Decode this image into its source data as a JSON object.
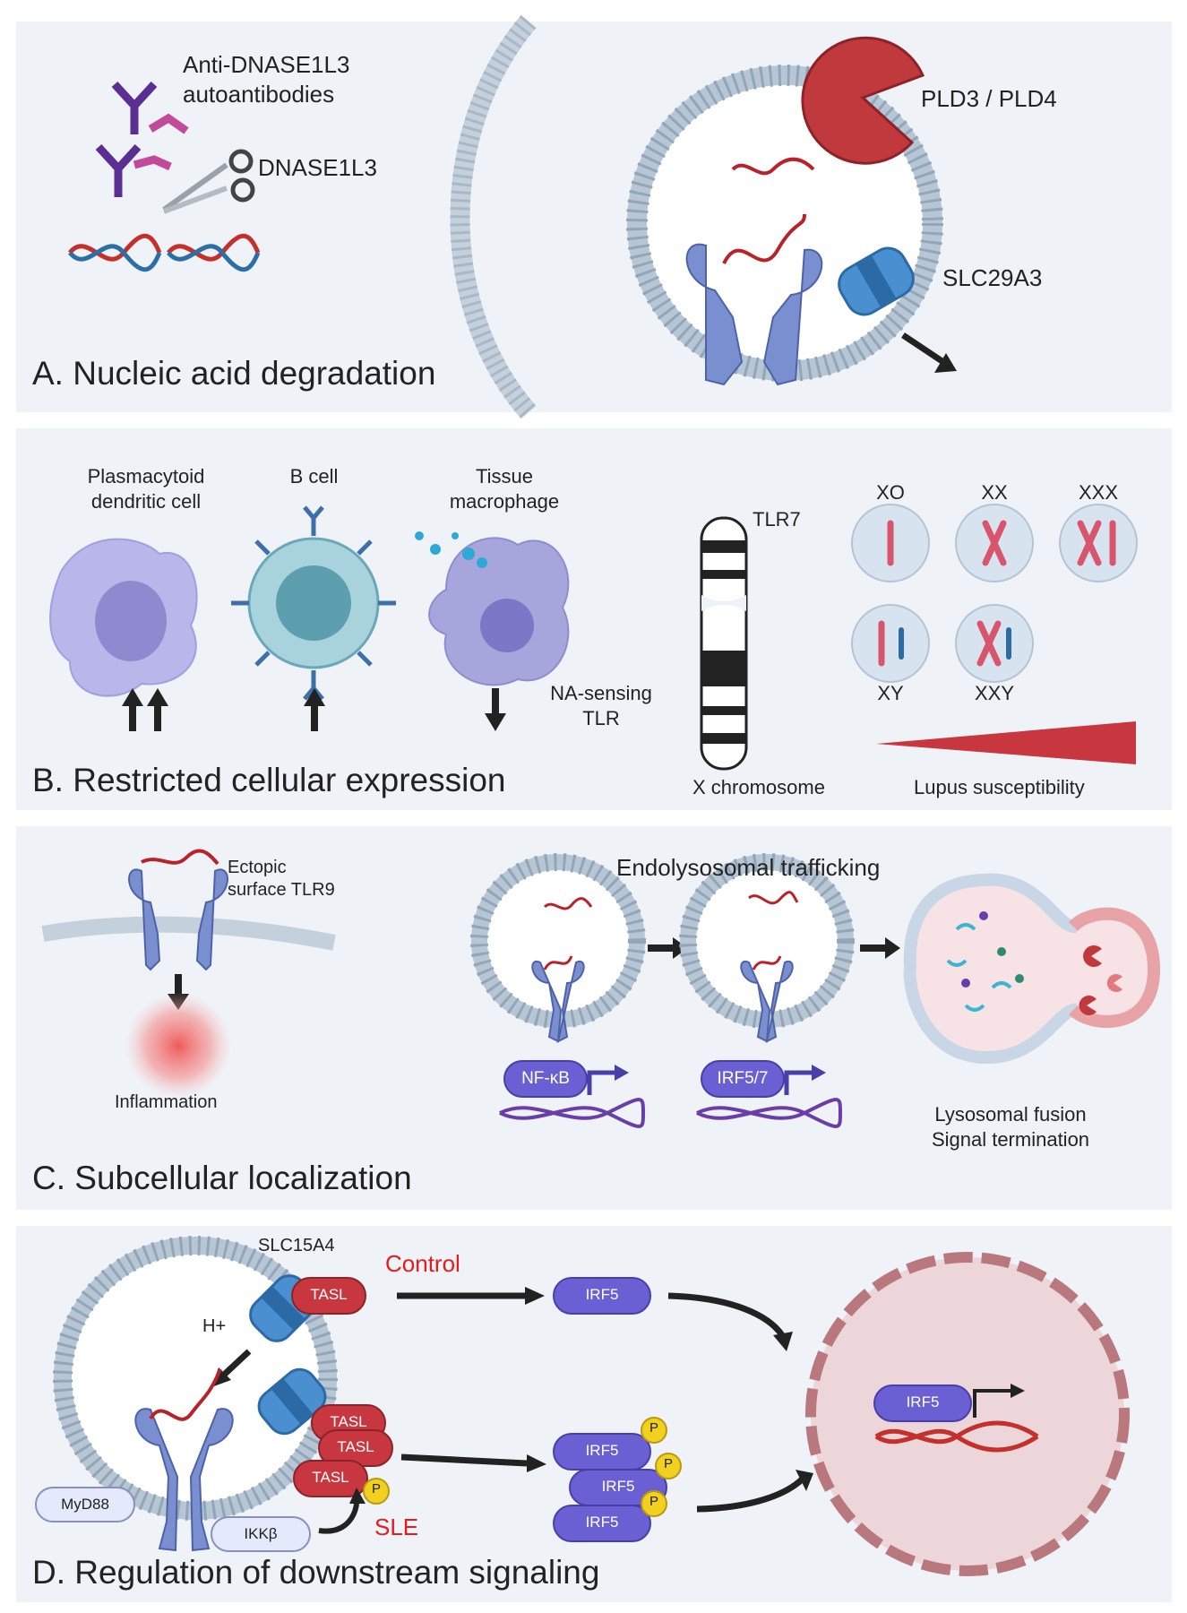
{
  "panelA": {
    "title": "A. Nucleic acid degradation",
    "autoantibodies_label": "Anti-DNASE1L3\nautoantibodies",
    "dnase_label": "DNASE1L3",
    "pld_label": "PLD3 / PLD4",
    "slc29a3_label": "SLC29A3"
  },
  "panelB": {
    "title": "B. Restricted cellular expression",
    "pdc_label": "Plasmacytoid\ndendritic cell",
    "bcell_label": "B cell",
    "macrophage_label": "Tissue\nmacrophage",
    "na_tlr_label": "NA-sensing\nTLR",
    "tlr7_label": "TLR7",
    "xchrom_label": "X chromosome",
    "karyotypes": [
      "XO",
      "XX",
      "XXX",
      "XY",
      "XXY"
    ],
    "susceptibility_label": "Lupus susceptibility"
  },
  "panelC": {
    "title": "C. Subcellular localization",
    "ectopic_label": "Ectopic\nsurface TLR9",
    "inflammation_label": "Inflammation",
    "trafficking_label": "Endolysosomal trafficking",
    "nfkb_label": "NF-κB",
    "irf57_label": "IRF5/7",
    "fusion_label": "Lysosomal fusion\nSignal termination"
  },
  "panelD": {
    "title": "D. Regulation of downstream signaling",
    "slc15a4_label": "SLC15A4",
    "control_label": "Control",
    "sle_label": "SLE",
    "h_label": "H+",
    "tasl_label": "TASL",
    "irf5_label": "IRF5",
    "myd88_label": "MyD88",
    "ikkb_label": "IKKβ",
    "p_label": "P"
  },
  "colors": {
    "panel_bg": "#eff3f8",
    "tlr": "#7a8fd0",
    "tasl": "#c8373f",
    "irf": "#6a5fd3",
    "phospho": "#f2d01f",
    "membrane": "#b7c6d4",
    "red_text": "#e11d1d"
  }
}
